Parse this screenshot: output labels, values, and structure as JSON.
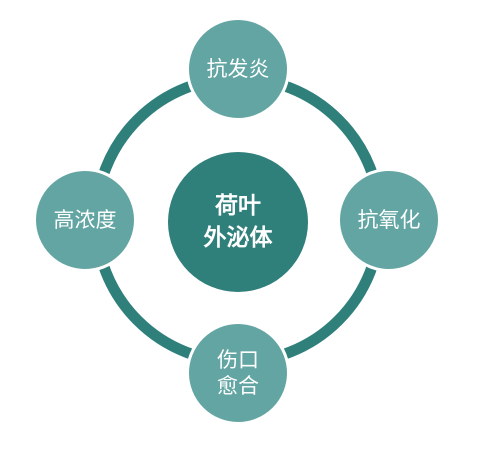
{
  "center": {
    "lines": [
      "荷叶",
      "外泌体"
    ]
  },
  "nodes": {
    "top": {
      "lines": [
        "抗发炎"
      ]
    },
    "right": {
      "lines": [
        "抗氧化"
      ]
    },
    "bottom": {
      "lines": [
        "伤口",
        "愈合"
      ]
    },
    "left": {
      "lines": [
        "高浓度"
      ]
    }
  },
  "colors": {
    "ring": "#2f7f7b",
    "outer_node": "#62a5a3",
    "center_node": "#2f7f7b",
    "text": "#ffffff"
  }
}
